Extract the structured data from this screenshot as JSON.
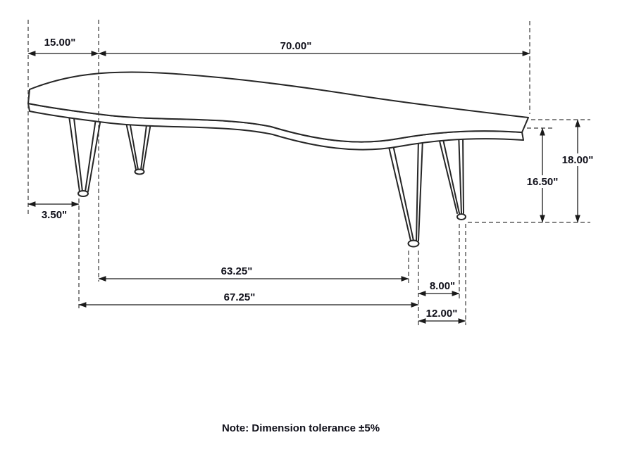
{
  "diagram": {
    "note": "Note: Dimension tolerance ±5%",
    "dims": {
      "left_overhang": "15.00\"",
      "top_length": "70.00\"",
      "total_height": "18.00\"",
      "clearance_height": "16.50\"",
      "left_foot_offset": "3.50\"",
      "feet_span_inner": "63.25\"",
      "feet_span_outer": "67.25\"",
      "right_feet_gap": "8.00\"",
      "right_feet_depth": "12.00\""
    },
    "colors": {
      "line": "#262626",
      "text": "#10101a",
      "background": "#ffffff"
    }
  }
}
